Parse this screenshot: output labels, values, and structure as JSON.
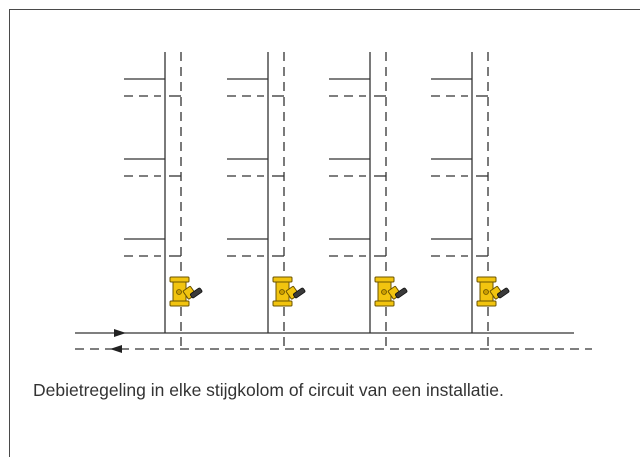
{
  "caption": "Debietregeling in elke stijgkolom of circuit van een installatie.",
  "colors": {
    "line": "#333333",
    "valve_body": "#f2c40f",
    "valve_outline": "#6b5300",
    "handle": "#3a3a3a"
  },
  "risers": [
    {
      "id": "riser-1",
      "floors": 3
    },
    {
      "id": "riser-2",
      "floors": 3
    },
    {
      "id": "riser-3",
      "floors": 3
    },
    {
      "id": "riser-4",
      "floors": 3
    }
  ],
  "icons": [
    "flow-arrow-right-icon",
    "flow-arrow-left-icon",
    "balancing-valve-icon"
  ]
}
